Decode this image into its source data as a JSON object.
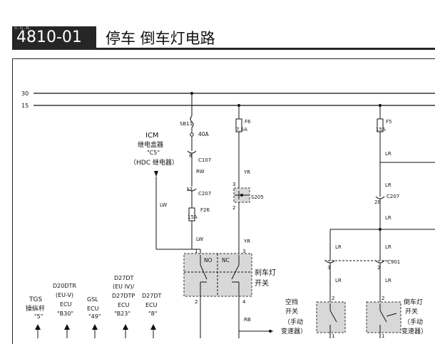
{
  "header": {
    "sgn_label": "S.G.N.",
    "code": "4810-01",
    "title": "停车 倒车灯电路"
  },
  "buses": [
    {
      "label": "30"
    },
    {
      "label": "15"
    }
  ],
  "fuses": {
    "sb11": {
      "name": "SB11",
      "rating": "40A"
    },
    "f6": {
      "name": "F6",
      "rating": "7.5A"
    },
    "f5": {
      "name": "F5",
      "rating": "15A"
    },
    "f26": {
      "name": "F26",
      "rating": "15A"
    }
  },
  "connectors": {
    "c107": {
      "pin": "8",
      "name": "C107"
    },
    "c207a": {
      "pin": "13",
      "name": "C207"
    },
    "c207b": {
      "pin": "28",
      "name": "C207"
    },
    "c901": {
      "pin_left": "3",
      "pin_right": "2",
      "name": "C901"
    },
    "s205": {
      "name": "S205",
      "pin_top": "3",
      "pin_bottom": "2"
    }
  },
  "wires": {
    "rw": "RW",
    "lw_top": "LW",
    "lw_bottom": "LW",
    "yr_top": "YR",
    "yr_bottom": "YR",
    "rb": "RB",
    "lr_1": "LR",
    "lr_2": "LR",
    "lr_3": "LR",
    "lr_4": "LR",
    "lr_5": "LR",
    "lr_6": "LR",
    "lr_7": "LR"
  },
  "icm": {
    "line1": "ICM",
    "line2": "继电盒器",
    "line3": "\"C5\"",
    "line4": "（HDC 继电器）"
  },
  "brake_switch": {
    "label_no": "NO",
    "label_nc": "NC",
    "pin1": "1",
    "pin3": "3",
    "pin2": "2",
    "pin4": "4",
    "name_line1": "刹车灯",
    "name_line2": "开关"
  },
  "neutral_switch": {
    "line1": "空挡",
    "line2": "开关",
    "line3": "（手动",
    "line4": "变速器）",
    "pin_top": "2",
    "pin_bottom": "1"
  },
  "reverse_switch": {
    "line1": "倒车灯",
    "line2": "开关",
    "line3": "（手动",
    "line4": "变速器）",
    "pin_top": "2",
    "pin_bottom": "1"
  },
  "ecus": [
    {
      "line1": "TGS",
      "line2": "操纵杆",
      "line3": "\"5\""
    },
    {
      "line0": "D20DTR",
      "line1": "(EU-V)",
      "line2": "ECU",
      "line3": "\"B30\""
    },
    {
      "line1": "GSL",
      "line2": "ECU",
      "line3": "\"49\""
    },
    {
      "lineA": "D27DT",
      "line0": "(EU IV)/",
      "line1": "D27DTP",
      "line2": "ECU",
      "line3": "\"B23\""
    },
    {
      "line1": "D27DT",
      "line2": "ECU",
      "line3": "\"8\""
    }
  ]
}
